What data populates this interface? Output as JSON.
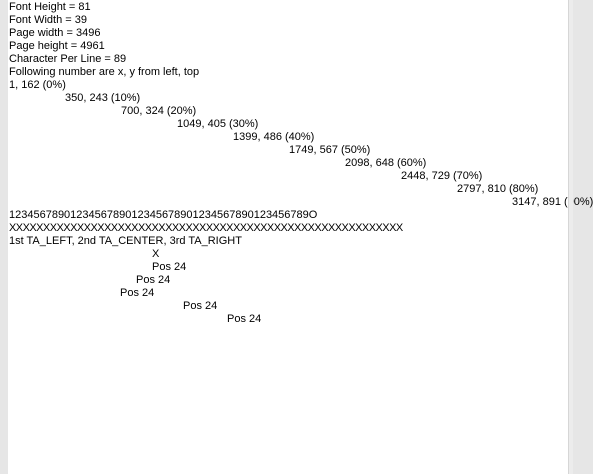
{
  "document": {
    "header_lines": [
      "Font Height = 81",
      "Font Width = 39",
      "Page width = 3496",
      "Page height = 4961",
      "Character Per Line = 89",
      "Following number are x, y from left, top"
    ],
    "positions": [
      "1, 162 (0%)",
      "350, 243 (10%)",
      "700, 324 (20%)",
      "1049, 405 (30%)",
      "1399, 486 (40%)",
      "1749, 567 (50%)",
      "2098, 648 (60%)",
      "2448, 729 (70%)",
      "2797, 810 (80%)",
      "3147, 891 (90%)"
    ],
    "digits_line": "1234567890123456789012345678901234567890123456789O",
    "x_line": "XXXXXXXXXXXXXXXXXXXXXXXXXXXXXXXXXXXXXXXXXXXXXXXXXXXXXXXXXX",
    "align_caption": "1st TA_LEFT, 2nd TA_CENTER, 3rd TA_RIGHT",
    "center_marker": "X",
    "pos_label": "Pos 24"
  }
}
